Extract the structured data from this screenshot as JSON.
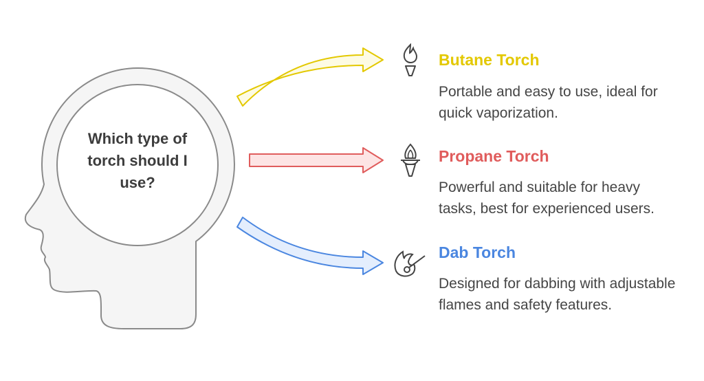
{
  "question": "Which type of torch should I use?",
  "options": [
    {
      "title": "Butane Torch",
      "description": "Portable and easy to use, ideal for quick vaporization.",
      "color": "#e3c800",
      "fill": "#fdfbe3",
      "icon": "torch-flame-icon"
    },
    {
      "title": "Propane Torch",
      "description": "Powerful and suitable for heavy tasks, best for experienced users.",
      "color": "#e05c5c",
      "fill": "#fde4e4",
      "icon": "olympic-torch-icon"
    },
    {
      "title": "Dab Torch",
      "description": "Designed for dabbing with adjustable flames and safety features.",
      "color": "#4a86e0",
      "fill": "#e4eefd",
      "icon": "dab-tool-icon"
    }
  ]
}
